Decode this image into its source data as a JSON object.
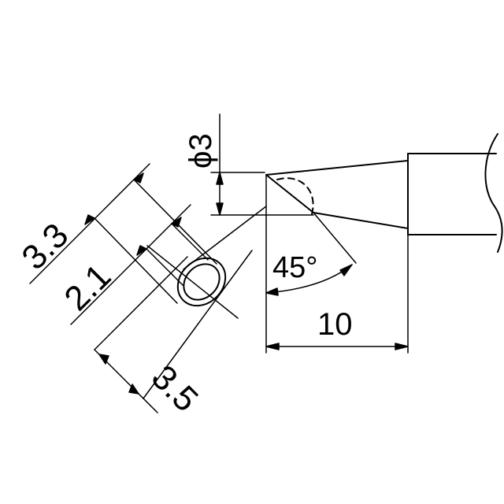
{
  "diagram": {
    "angle_label": "45°",
    "length_label": "10",
    "dimension_3_3": "3.3",
    "dimension_2_1": "2.1",
    "dimension_3_5": "3.5",
    "diameter_label": "ϕ3"
  },
  "colors": {
    "line": "#000000",
    "background": "#ffffff"
  }
}
